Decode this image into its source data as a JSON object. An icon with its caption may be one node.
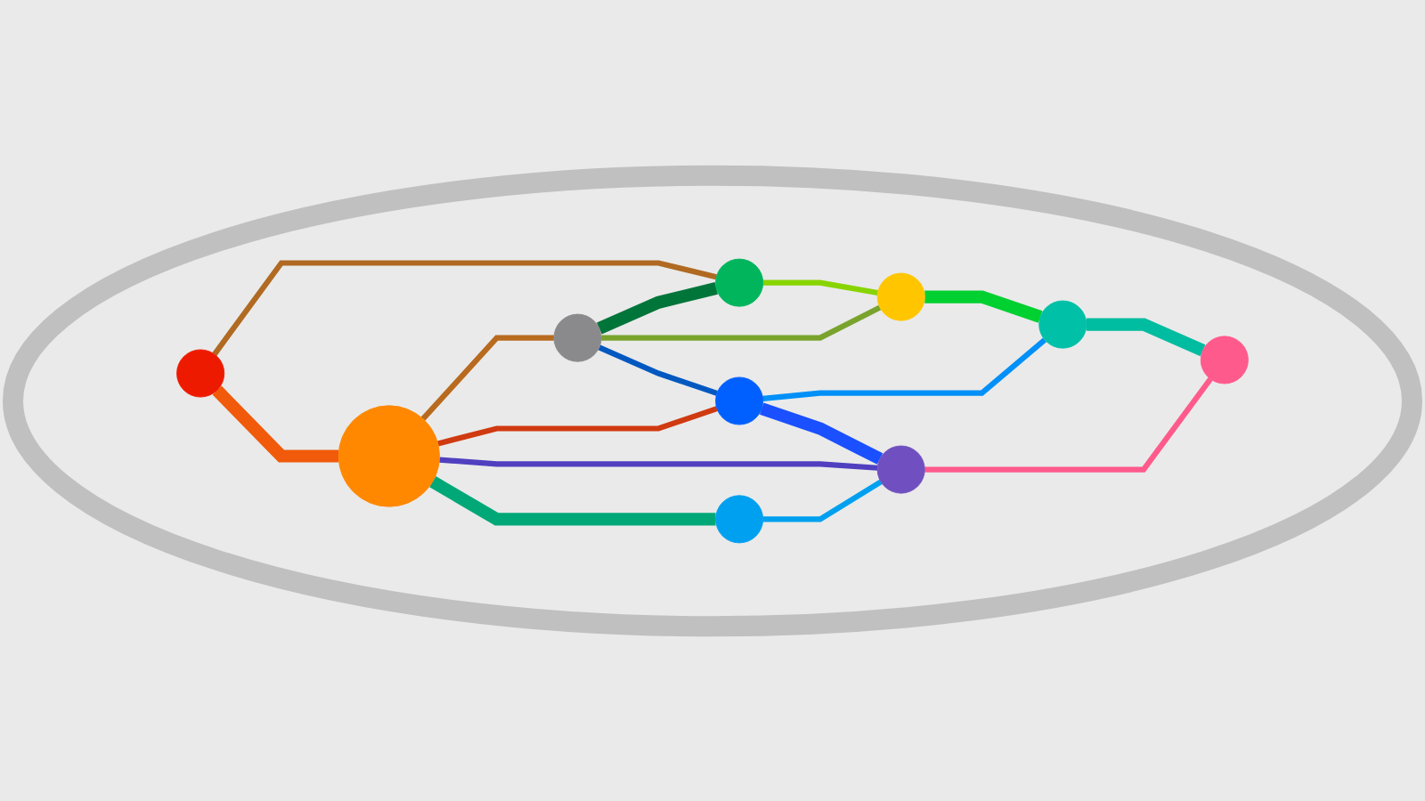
{
  "diagram": {
    "nodes": [
      {
        "text": [],
        "shape": "ellipse"
      },
      {
        "text": [],
        "shape": "circle",
        "in": 0
      },
      {
        "text": [],
        "shape": "circle",
        "in": 0
      },
      {
        "text": [],
        "shape": "circle",
        "in": 0
      },
      {
        "text": [],
        "shape": "circle",
        "in": 0
      },
      {
        "text": [],
        "shape": "circle",
        "in": 0
      },
      {
        "text": [],
        "shape": "circle",
        "in": 0
      },
      {
        "text": [],
        "shape": "circle",
        "in": 0
      },
      {
        "text": [],
        "shape": "circle",
        "in": 0
      },
      {
        "text": [],
        "shape": "circle",
        "in": 0
      },
      {
        "text": [],
        "shape": "circle",
        "in": 0
      }
    ],
    "edges": [
      {
        "from": 2,
        "to": 1,
        "arrow": "none",
        "color": "#b06a22"
      },
      {
        "from": 1,
        "to": 4,
        "arrow": "none",
        "color": "#88d400"
      },
      {
        "from": 3,
        "to": 1,
        "arrow": "none",
        "style": "thick",
        "color": "#00753a"
      },
      {
        "from": 3,
        "to": 4,
        "arrow": "none",
        "color": "#7aa32e"
      },
      {
        "from": 2,
        "to": 5,
        "arrow": "none",
        "style": "thick",
        "color": "#f05a0a"
      },
      {
        "from": 5,
        "to": 3,
        "arrow": "none",
        "color": "#b86a1e"
      },
      {
        "from": 3,
        "to": 6,
        "arrow": "none",
        "color": "#0058c0"
      },
      {
        "from": 5,
        "to": 6,
        "arrow": "none",
        "color": "#d03a10"
      },
      {
        "from": 6,
        "to": 7,
        "arrow": "none",
        "color": "#0090f8"
      },
      {
        "from": 4,
        "to": 7,
        "arrow": "none",
        "style": "thick",
        "color": "#00d030"
      },
      {
        "from": 7,
        "to": 10,
        "arrow": "none",
        "style": "thick",
        "color": "#00bca0"
      },
      {
        "from": 5,
        "to": 9,
        "arrow": "none",
        "color": "#5040c0"
      },
      {
        "from": 6,
        "to": 9,
        "arrow": "none",
        "style": "thick",
        "color": "#1a50ff"
      },
      {
        "from": 9,
        "to": 10,
        "arrow": "none",
        "color": "#ff5a8c"
      },
      {
        "from": 5,
        "to": 8,
        "arrow": "none",
        "style": "thick",
        "color": "#00a878"
      },
      {
        "from": 8,
        "to": 9,
        "arrow": "none",
        "color": "#00a0f0"
      }
    ]
  }
}
